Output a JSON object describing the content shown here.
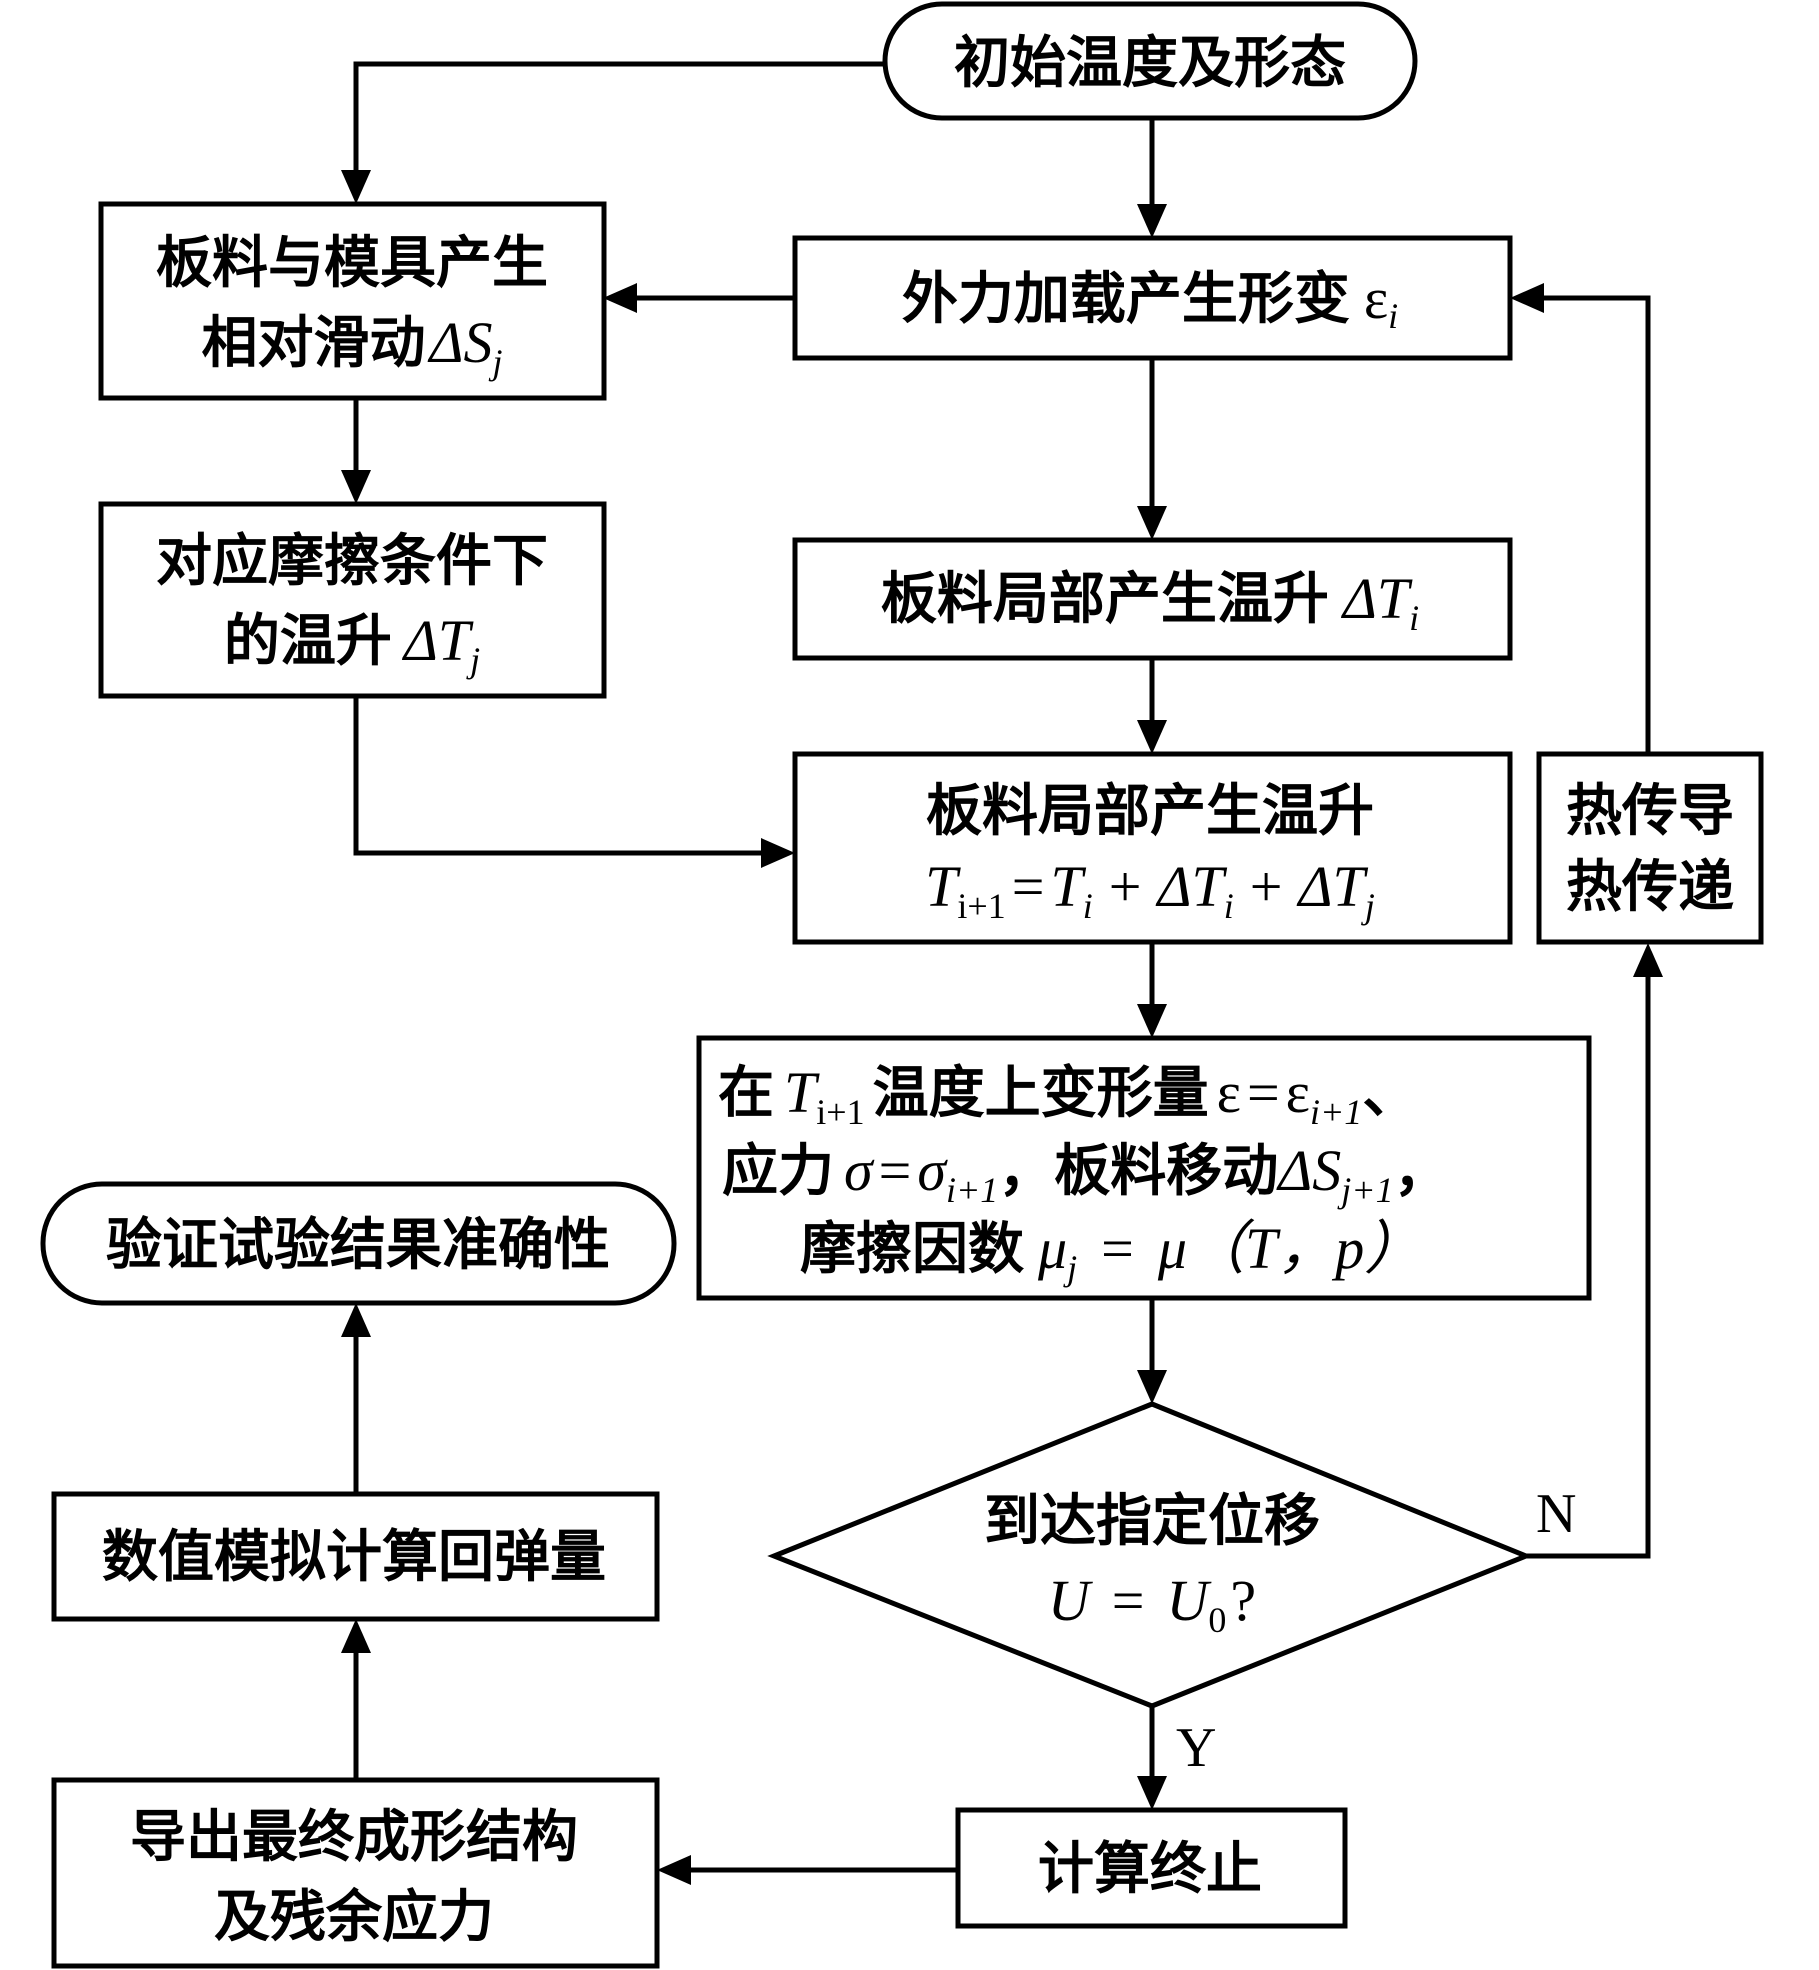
{
  "nodes": {
    "start": "初始温度及形态",
    "deform": "外力加载产生形变",
    "deform_sym": "ε",
    "deform_sub": "i",
    "slide_l1": "板料与模具产生",
    "slide_l2": "相对滑动",
    "slide_sym": "ΔS",
    "slide_sub": "j",
    "fric_l1": "对应摩擦条件下",
    "fric_l2": "的温升",
    "fric_sym": "ΔT",
    "fric_sub": "j",
    "local_rise": "板料局部产生温升",
    "local_sym": "ΔT",
    "local_sub": "i",
    "total_l1": "板料局部产生温升",
    "total_T": "T",
    "total_sub1": "i+1",
    "total_eq": "=",
    "total_T2": "T",
    "total_sub2": "i",
    "total_plus1": "+",
    "total_dT1": "ΔT",
    "total_sub3": "i",
    "total_plus2": "+",
    "total_dT2": "ΔT",
    "total_sub4": "j",
    "state_in": "在",
    "state_T": "T",
    "state_Tsub": "i+1",
    "state_l1_rest": "温度上变形量",
    "state_eps": "ε",
    "state_eq1": "=",
    "state_eps2": "ε",
    "state_eps2_sub": "i+1",
    "state_l1_end": "、",
    "state_l2_a": "应力",
    "state_sigma": "σ",
    "state_eq2": "=",
    "state_sigma2": "σ",
    "state_sigma2_sub": "i+1",
    "state_l2_b": "，板料移动",
    "state_dS": "ΔS",
    "state_dS_sub": "j+1",
    "state_l2_end": "，",
    "state_l3_a": "摩擦因数",
    "state_mu": "μ",
    "state_mu_sub": "j",
    "state_eq3": "=",
    "state_mu2": "μ",
    "state_l3_paren": "（T，p）",
    "decision_l1": "到达指定位移",
    "decision_U": "U",
    "decision_eq": "=",
    "decision_U0": "U",
    "decision_U0_sub": "0",
    "decision_q": "?",
    "heat_l1": "热传导",
    "heat_l2": "热传递",
    "stop": "计算终止",
    "export_l1": "导出最终成形结构",
    "export_l2": "及残余应力",
    "springback": "数值模拟计算回弹量",
    "verify": "验证试验结果准确性"
  },
  "labels": {
    "no": "N",
    "yes": "Y"
  }
}
